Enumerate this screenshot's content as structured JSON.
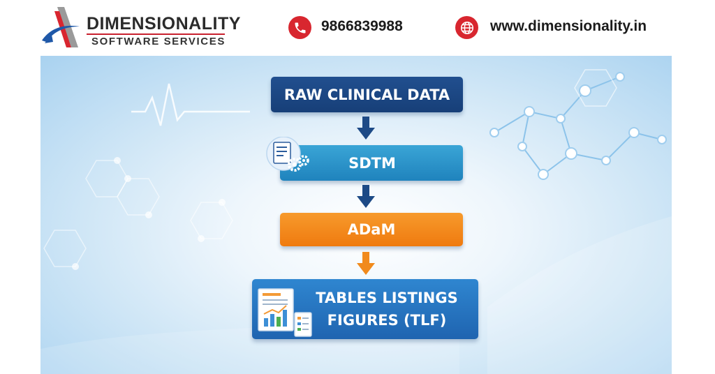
{
  "brand": {
    "name": "DIMENSIONALITY",
    "tagline": "SOFTWARE SERVICES"
  },
  "contact": {
    "phone": "9866839988",
    "website": "www.dimensionality.in"
  },
  "colors": {
    "brand_red": "#d8262f",
    "raw_box": "#1b467f",
    "sdtm_box": "#2b93c8",
    "adam_box": "#f38a1d",
    "tlf_box": "#2775c0",
    "arrow_blue": "#1d4a86",
    "arrow_orange": "#f18a1c"
  },
  "icons": {
    "logo": "dimensionality-logo-icon",
    "phone": "phone-icon",
    "web": "globe-icon",
    "sdtm": "document-gears-icon",
    "tlf": "report-chart-icon"
  },
  "flow": {
    "steps": [
      {
        "label": "RAW CLINICAL DATA"
      },
      {
        "label": "SDTM"
      },
      {
        "label": "ADaM"
      },
      {
        "label": "TABLES LISTINGS FIGURES (TLF)",
        "line1": "TABLES LISTINGS",
        "line2": "FIGURES (TLF)"
      }
    ]
  }
}
